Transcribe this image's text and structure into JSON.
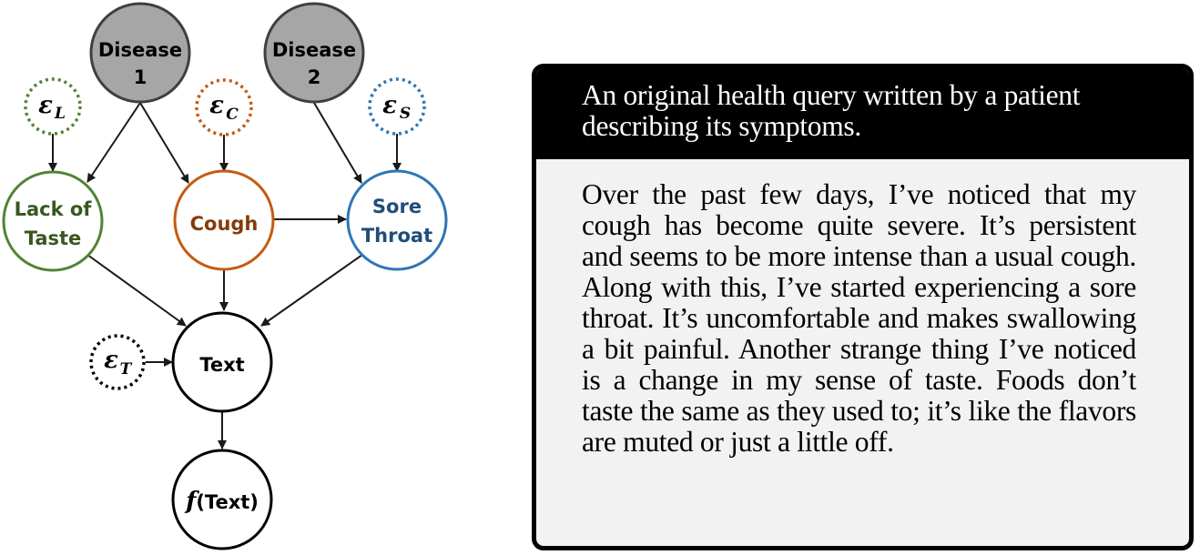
{
  "diagram": {
    "colors": {
      "disease_fill": "#a6a6a6",
      "disease_stroke": "#3f3f3f",
      "lack_of_taste": "#548235",
      "lack_of_taste_text": "#385723",
      "cough": "#c55a11",
      "cough_text": "#843c0c",
      "sore_throat": "#2e75b6",
      "sore_throat_text": "#1f4e79",
      "text_node": "#000000",
      "edge": "#1a1a1a"
    },
    "nodes": {
      "disease1": {
        "line1": "Disease",
        "line2": "1"
      },
      "disease2": {
        "line1": "Disease",
        "line2": "2"
      },
      "lack_of_taste": {
        "line1": "Lack of",
        "line2": "Taste"
      },
      "cough": {
        "label": "Cough"
      },
      "sore_throat": {
        "line1": "Sore",
        "line2": "Throat"
      },
      "text": {
        "label": "Text"
      },
      "f_text": {
        "func": "f",
        "label": "(Text)"
      }
    },
    "noise": {
      "eps_L": {
        "symbol": "ε",
        "sub": "L"
      },
      "eps_C": {
        "symbol": "ε",
        "sub": "C"
      },
      "eps_S": {
        "symbol": "ε",
        "sub": "S"
      },
      "eps_T": {
        "symbol": "ε",
        "sub": "T"
      }
    },
    "edges": [
      [
        "Disease 1",
        "Lack of Taste"
      ],
      [
        "Disease 1",
        "Cough"
      ],
      [
        "Disease 2",
        "Sore Throat"
      ],
      [
        "εL",
        "Lack of Taste"
      ],
      [
        "εC",
        "Cough"
      ],
      [
        "εS",
        "Sore Throat"
      ],
      [
        "Cough",
        "Sore Throat"
      ],
      [
        "Lack of Taste",
        "Text"
      ],
      [
        "Cough",
        "Text"
      ],
      [
        "Sore Throat",
        "Text"
      ],
      [
        "εT",
        "Text"
      ],
      [
        "Text",
        "f(Text)"
      ]
    ]
  },
  "query": {
    "header": "An original health query written by a patient describing its symptoms.",
    "body": "Over the past few days, I’ve noticed that my cough has become quite severe.  It’s persis­tent and seems to be more intense than a usual cough.  Along with this, I’ve started experiencing a sore throat. It’s uncomfortable and makes swallowing a bit painful. Another strange thing I’ve noticed is a change in my sense of taste. Foods don’t taste the same as they used to; it’s like the flavors are muted or just a little off."
  }
}
